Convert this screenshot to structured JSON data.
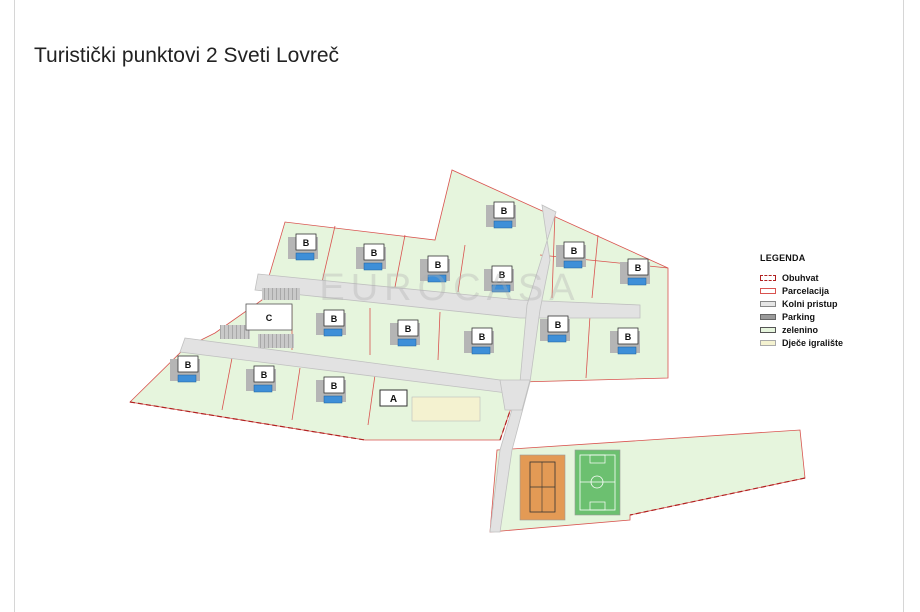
{
  "title": "Turistički punktovi 2 Sveti Lovreč",
  "watermark": "EUROCASA",
  "map_labels": {
    "building_b": "B",
    "building_a": "A",
    "building_c": "C"
  },
  "legend": {
    "title": "LEGENDA",
    "items": [
      {
        "label": "Obuhvat",
        "style": "dashed-red"
      },
      {
        "label": "Parcelacija",
        "style": "red-outline"
      },
      {
        "label": "Kolni pristup",
        "style": "light-grey"
      },
      {
        "label": "Parking",
        "style": "grey"
      },
      {
        "label": "zelenino",
        "style": "green"
      },
      {
        "label": "Dječe igralište",
        "style": "pale-yellow"
      }
    ]
  },
  "colors": {
    "parcel_fill": "#e3f4db",
    "parcel_outline": "#d9534f",
    "road": "#e2e2e2",
    "building": "#b5b5b5",
    "pool": "#3e8fd8",
    "tennis_court": "#e39a55",
    "football_pitch": "#6cc070",
    "playground": "#f4f2d0"
  }
}
